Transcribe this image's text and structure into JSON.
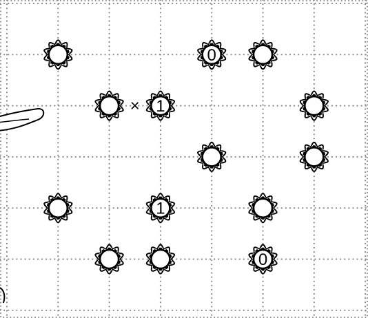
{
  "puzzle": {
    "grid": {
      "columns": 7,
      "rows": 6,
      "line_color": "#8a8a8a",
      "line_style": "dotted"
    },
    "flower_color": "#000000",
    "flowers": [
      {
        "col": 1,
        "row": 1,
        "label": ""
      },
      {
        "col": 4,
        "row": 1,
        "label": "0"
      },
      {
        "col": 5,
        "row": 1,
        "label": ""
      },
      {
        "col": 2,
        "row": 2,
        "label": ""
      },
      {
        "col": 3,
        "row": 2,
        "label": "1"
      },
      {
        "col": 6,
        "row": 2,
        "label": ""
      },
      {
        "col": 4,
        "row": 3,
        "label": ""
      },
      {
        "col": 6,
        "row": 3,
        "label": ""
      },
      {
        "col": 1,
        "row": 4,
        "label": ""
      },
      {
        "col": 3,
        "row": 4,
        "label": "1"
      },
      {
        "col": 5,
        "row": 4,
        "label": ""
      },
      {
        "col": 2,
        "row": 5,
        "label": ""
      },
      {
        "col": 3,
        "row": 5,
        "label": ""
      },
      {
        "col": 5,
        "row": 5,
        "label": "0"
      }
    ],
    "markers": [
      {
        "between": [
          [
            2,
            2
          ],
          [
            3,
            2
          ]
        ],
        "symbol": "×"
      }
    ],
    "decorations": [
      "pointing-hand-icon",
      "corner-swirl-icon"
    ]
  }
}
